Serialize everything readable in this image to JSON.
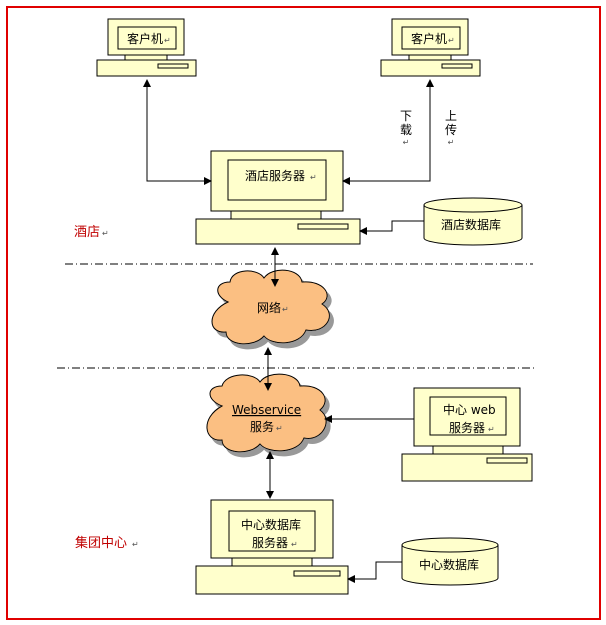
{
  "client_left": "客户机",
  "client_right": "客户机",
  "download_label": "下载",
  "upload_label": "上传",
  "hotel_server": "酒店服务器",
  "hotel_database": "酒店数据库",
  "hotel_section": "酒店",
  "network": "网络",
  "webservice_line1": "Webservice",
  "webservice_line2": "服务",
  "center_web_line1": "中心 web",
  "center_web_line2": "服务器",
  "center_db_server_line1": "中心数据库",
  "center_db_server_line2": "服务器",
  "group_section": "集团中心",
  "center_database": "中心数据库",
  "para_mark": "↵"
}
